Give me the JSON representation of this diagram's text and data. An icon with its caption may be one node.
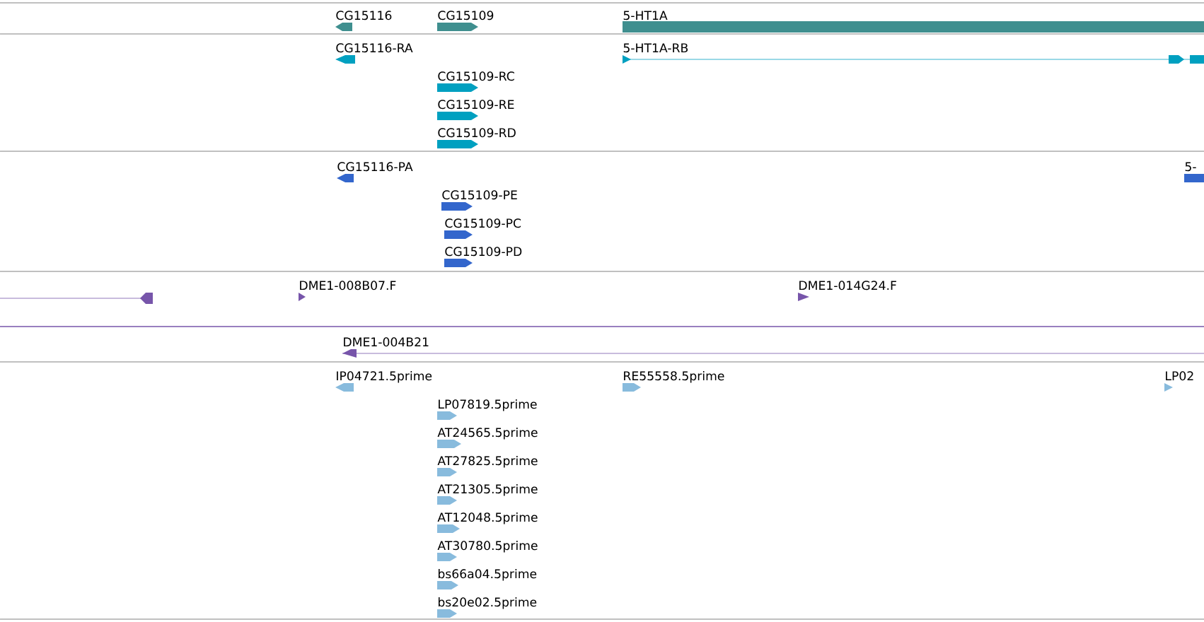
{
  "diagram": {
    "labels": [
      "CG15116",
      "CG15109",
      "5-HT1A",
      "CG15116-RA",
      "5-HT1A-RB",
      "CG15109-RC",
      "CG15109-RE",
      "CG15109-RD",
      "CG15116-PA",
      "5-",
      "CG15109-PE",
      "CG15109-PC",
      "CG15109-PD",
      "DME1-008B07.F",
      "DME1-014G24.F",
      "DME1-004B21",
      "IP04721.5prime",
      "RE55558.5prime",
      "LP02",
      "LP07819.5prime",
      "AT24565.5prime",
      "AT27825.5prime",
      "AT21305.5prime",
      "AT12048.5prime",
      "AT30780.5prime",
      "bs66a04.5prime",
      "bs20e02.5prime"
    ]
  }
}
